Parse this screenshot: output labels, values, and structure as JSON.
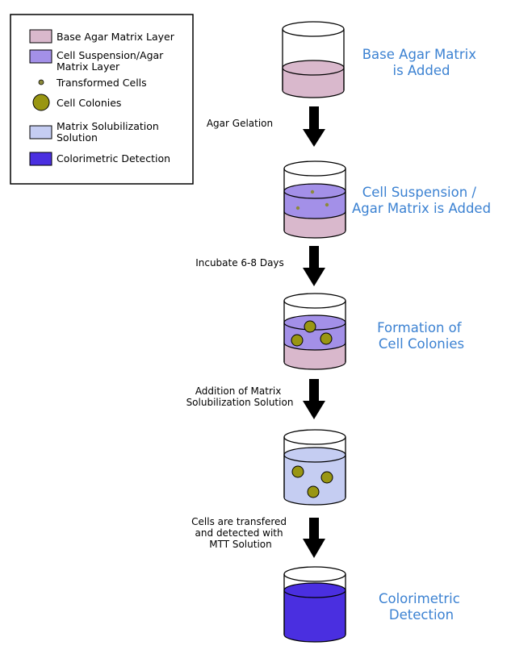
{
  "legend": {
    "items": [
      {
        "lines": [
          "Base Agar Matrix Layer"
        ],
        "swatch": "base"
      },
      {
        "lines": [
          "Cell Suspension/Agar",
          "Matrix Layer"
        ],
        "swatch": "suspension"
      },
      {
        "lines": [
          "Transformed Cells"
        ],
        "swatch": "cell"
      },
      {
        "lines": [
          "Cell Colonies"
        ],
        "swatch": "colony"
      },
      {
        "lines": [
          "Matrix Solubilization",
          "Solution"
        ],
        "swatch": "solubilization"
      },
      {
        "lines": [
          "Colorimetric Detection"
        ],
        "swatch": "detection"
      }
    ]
  },
  "steps": [
    {
      "lines": [
        "Base Agar Matrix",
        "is Added"
      ]
    },
    {
      "lines": [
        "Cell Suspension /",
        "Agar Matrix is Added"
      ]
    },
    {
      "lines": [
        "Formation of",
        "Cell Colonies"
      ]
    },
    {
      "lines": [
        "Colorimetric",
        "Detection"
      ]
    }
  ],
  "transitions": [
    {
      "lines": [
        "Agar Gelation"
      ]
    },
    {
      "lines": [
        "Incubate 6-8 Days"
      ]
    },
    {
      "lines": [
        "Addition of Matrix",
        "Solubilization Solution"
      ]
    },
    {
      "lines": [
        "Cells are transfered",
        "and detected with",
        "MTT Solution"
      ]
    }
  ],
  "colors": {
    "base": "#d9b8cc",
    "suspension": "#a390e8",
    "cell": "#8c8a3a",
    "colony": "#999612",
    "solubilization": "#c5cdf2",
    "detection": "#4a2fe0",
    "step_text": "#3c82d2"
  }
}
